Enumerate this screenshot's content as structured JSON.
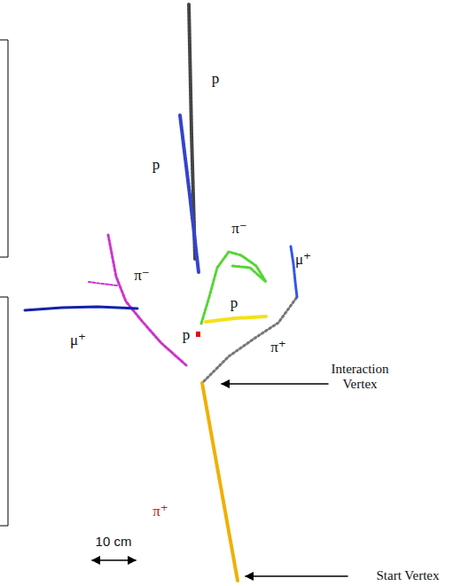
{
  "diagram": {
    "labels": [
      "p",
      "p",
      "π⁻",
      "μ⁺",
      "π⁻",
      "p",
      "μ⁺",
      "p",
      "π⁺",
      "Interaction Vertex",
      "π⁺",
      "10 cm",
      "Start Vertex"
    ]
  }
}
